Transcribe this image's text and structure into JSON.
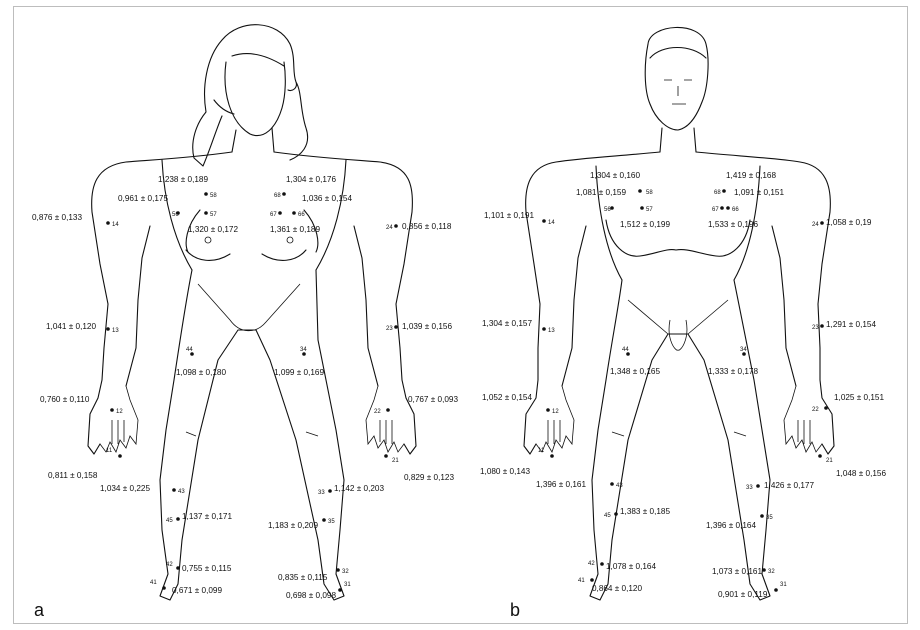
{
  "panels": [
    {
      "letter": "a",
      "measurements": [
        {
          "point": "58",
          "value": "1,238 ± 0,189"
        },
        {
          "point": "56",
          "value": "0,961 ± 0,175"
        },
        {
          "point": "57",
          "value": "1,320 ± 0,172"
        },
        {
          "point": "68",
          "value": "1,304 ± 0,176"
        },
        {
          "point": "66",
          "value": "1,036 ± 0,154"
        },
        {
          "point": "67",
          "value": "1,361 ± 0,189"
        },
        {
          "point": "14",
          "value": "0,876 ± 0,133"
        },
        {
          "point": "24",
          "value": "0,856 ± 0,118"
        },
        {
          "point": "13",
          "value": "1,041 ± 0,120"
        },
        {
          "point": "23",
          "value": "1,039 ± 0,156"
        },
        {
          "point": "44",
          "value": "1,098 ± 0,180"
        },
        {
          "point": "34",
          "value": "1,099 ± 0,169"
        },
        {
          "point": "12",
          "value": "0,760 ± 0,110"
        },
        {
          "point": "22",
          "value": "0,767 ± 0,093"
        },
        {
          "point": "11",
          "value": "0,811 ± 0,158"
        },
        {
          "point": "21",
          "value": "0,829 ± 0,123"
        },
        {
          "point": "43",
          "value": "1,034 ± 0,225"
        },
        {
          "point": "33",
          "value": "1,142 ± 0,203"
        },
        {
          "point": "45",
          "value": "1,137 ± 0,171"
        },
        {
          "point": "35",
          "value": "1,183 ± 0,209"
        },
        {
          "point": "42",
          "value": "0,755 ± 0,115"
        },
        {
          "point": "32",
          "value": "0,835 ± 0,115"
        },
        {
          "point": "41",
          "value": "0,671 ± 0,099"
        },
        {
          "point": "31",
          "value": "0,698 ± 0,098"
        }
      ]
    },
    {
      "letter": "b",
      "measurements": [
        {
          "point": "58",
          "value": "1,304 ± 0,160"
        },
        {
          "point": "56",
          "value": "1,081 ± 0,159"
        },
        {
          "point": "57",
          "value": "1,512 ± 0,199"
        },
        {
          "point": "68",
          "value": "1,419 ± 0,168"
        },
        {
          "point": "66",
          "value": "1,091 ± 0,151"
        },
        {
          "point": "67",
          "value": "1,533 ± 0,196"
        },
        {
          "point": "14",
          "value": "1,101 ± 0,191"
        },
        {
          "point": "24",
          "value": "1,058 ± 0,19"
        },
        {
          "point": "13",
          "value": "1,304 ± 0,157"
        },
        {
          "point": "23",
          "value": "1,291 ± 0,154"
        },
        {
          "point": "44",
          "value": "1,348 ± 0,165"
        },
        {
          "point": "34",
          "value": "1,333 ± 0,178"
        },
        {
          "point": "12",
          "value": "1,052 ± 0,154"
        },
        {
          "point": "22",
          "value": "1,025 ± 0,151"
        },
        {
          "point": "11",
          "value": "1,080 ± 0,143"
        },
        {
          "point": "21",
          "value": "1,048 ± 0,156"
        },
        {
          "point": "43",
          "value": "1,396 ± 0,161"
        },
        {
          "point": "33",
          "value": "1,426 ± 0,177"
        },
        {
          "point": "45",
          "value": "1,383 ± 0,185"
        },
        {
          "point": "35",
          "value": "1,396 ± 0,164"
        },
        {
          "point": "42",
          "value": "1,078 ± 0,164"
        },
        {
          "point": "32",
          "value": "1,073 ± 0,161"
        },
        {
          "point": "41",
          "value": "0,864 ± 0,120"
        },
        {
          "point": "31",
          "value": "0,901 ± 0,119"
        }
      ]
    }
  ]
}
